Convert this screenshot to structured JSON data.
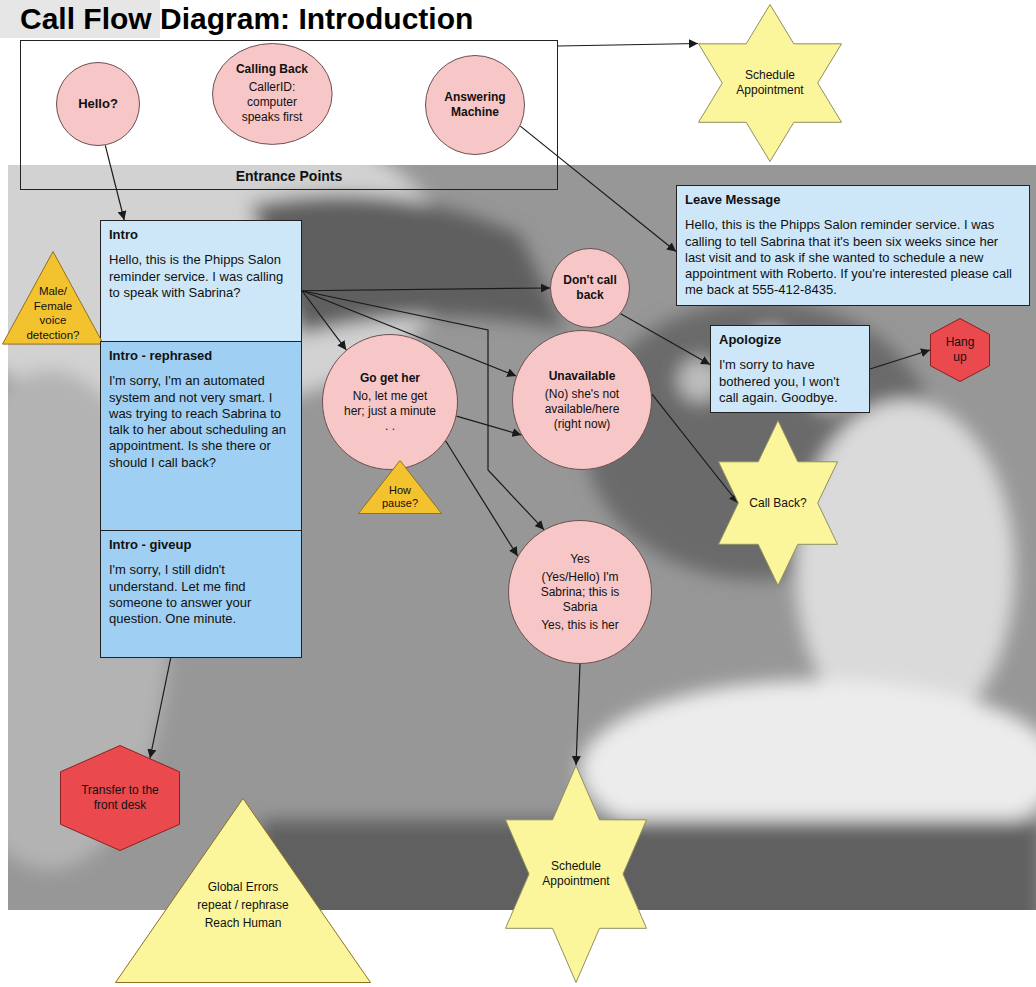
{
  "diagram": {
    "title": "Call Flow Diagram: Introduction",
    "nodes": [
      {
        "text": [
          "Entrance Points"
        ]
      },
      {
        "text": [
          "Hello?"
        ],
        "in": 0
      },
      {
        "text": [
          "Calling Back",
          "CallerID: computer speaks first"
        ],
        "in": 0
      },
      {
        "text": [
          "Answering Machine"
        ],
        "in": 0
      },
      {
        "text": [
          "Schedule Appointment"
        ]
      },
      {
        "text": [
          "Leave Message",
          "Hello, this is the Phipps Salon reminder service. I was calling to tell Sabrina that it's been six weeks since her last visit and to ask if she wanted to schedule a new appointment with Roberto. If you're interested please call me back at 555-412-8435."
        ]
      },
      {
        "text": [
          "Intro",
          "Hello, this is the Phipps Salon reminder service. I was calling to speak with Sabrina?"
        ]
      },
      {
        "text": [
          "Male/ Female voice detection?"
        ]
      },
      {
        "text": [
          "Don't call back"
        ]
      },
      {
        "text": [
          "Apologize",
          "I'm sorry to have bothered you, I won't call again. Goodbye."
        ]
      },
      {
        "text": [
          "Hang up"
        ]
      },
      {
        "text": [
          "Intro - rephrased",
          "I'm sorry, I'm an automated system and not very smart. I was trying to reach Sabrina to talk to her about scheduling an appointment. Is she there or should I call back?"
        ]
      },
      {
        "text": [
          "Unavailable",
          "(No) she's not available/here (right now)"
        ]
      },
      {
        "text": [
          "Go get her",
          "No, let me get her; just a minute . ."
        ]
      },
      {
        "text": [
          "How pause?"
        ]
      },
      {
        "text": [
          "Call Back?"
        ]
      },
      {
        "text": [
          "Intro - giveup",
          "I'm sorry, I still didn't understand. Let me find someone to answer your question. One minute."
        ]
      },
      {
        "text": [
          "Yes",
          "(Yes/Hello) I'm Sabrina; this is Sabria",
          "Yes, this is her"
        ]
      },
      {
        "text": [
          "Transfer to the front desk"
        ]
      },
      {
        "text": [
          "Schedule Appointment"
        ]
      },
      {
        "text": [
          "Global Errors",
          "repeat / rephrase",
          "Reach Human"
        ]
      }
    ],
    "edges": [
      {
        "from": 0,
        "to": 4,
        "arrow": "to"
      },
      {
        "from": 1,
        "to": 6,
        "arrow": "to"
      },
      {
        "from": 3,
        "to": 5,
        "arrow": "to"
      },
      {
        "from": 6,
        "to": 8,
        "arrow": "to"
      },
      {
        "from": 6,
        "to": 12,
        "arrow": "to"
      },
      {
        "from": 6,
        "to": 13,
        "arrow": "to"
      },
      {
        "from": 6,
        "to": 17,
        "arrow": "to"
      },
      {
        "from": 13,
        "to": 12,
        "arrow": "to"
      },
      {
        "from": 13,
        "to": 17,
        "arrow": "to"
      },
      {
        "from": 8,
        "to": 9,
        "arrow": "to"
      },
      {
        "from": 12,
        "to": 15,
        "arrow": "to"
      },
      {
        "from": 9,
        "to": 10,
        "arrow": "to"
      },
      {
        "from": 17,
        "to": 19,
        "arrow": "to"
      },
      {
        "from": 16,
        "to": 18,
        "arrow": "to"
      }
    ]
  }
}
